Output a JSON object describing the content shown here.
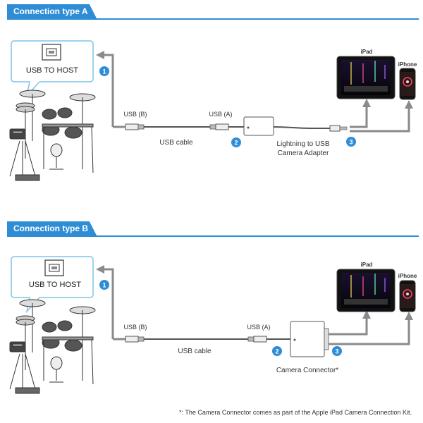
{
  "sections": [
    {
      "title": "Connection type A",
      "usb_to_host": "USB TO HOST",
      "usb_b": "USB (B)",
      "usb_a": "USB (A)",
      "cable": "USB cable",
      "adapter_line1": "Lightning to USB",
      "adapter_line2": "Camera Adapter",
      "ipad": "iPad",
      "iphone": "iPhone",
      "steps": [
        "1",
        "2",
        "3"
      ]
    },
    {
      "title": "Connection type B",
      "usb_to_host": "USB TO HOST",
      "usb_b": "USB (B)",
      "usb_a": "USB (A)",
      "cable": "USB cable",
      "adapter_line1": "Camera Connector*",
      "ipad": "iPad",
      "iphone": "iPhone",
      "steps": [
        "1",
        "2",
        "3"
      ]
    }
  ],
  "footnote": "*: The Camera Connector comes as part of the Apple iPad Camera Connection Kit.",
  "colors": {
    "accent": "#2f8dd6",
    "arrow": "#8a8a8a",
    "callout_border": "#7ec3ea"
  }
}
